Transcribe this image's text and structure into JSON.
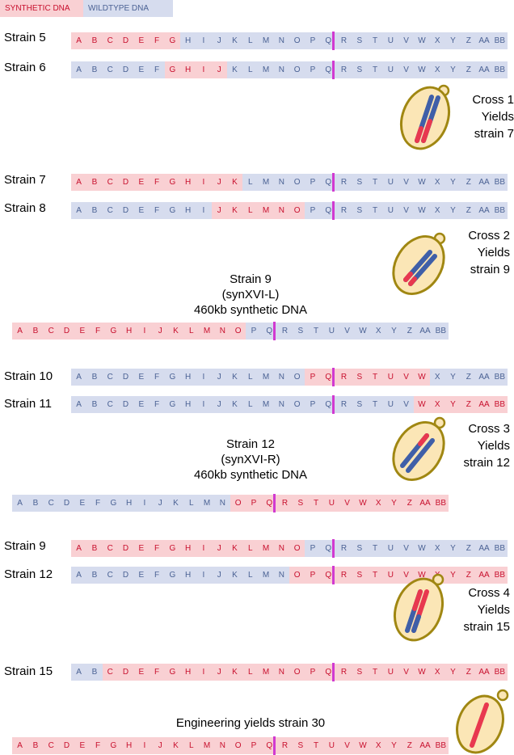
{
  "legend": {
    "synthetic": "SYNTHETIC DNA",
    "wildtype": "WILDTYPE DNA"
  },
  "colors": {
    "synthetic_bg": "#f9d0d3",
    "synthetic_text": "#c8102e",
    "wildtype_bg": "#d6dcee",
    "wildtype_text": "#4b6294",
    "centromere": "#d13ad1",
    "cell_fill": "#fbe6b6",
    "cell_border": "#a08712",
    "chromosome_red": "#e8384f",
    "chromosome_blue": "#3f5fa8"
  },
  "segments": [
    "A",
    "B",
    "C",
    "D",
    "E",
    "F",
    "G",
    "H",
    "I",
    "J",
    "K",
    "L",
    "M",
    "N",
    "O",
    "P",
    "Q",
    "R",
    "S",
    "T",
    "U",
    "V",
    "W",
    "X",
    "Y",
    "Z",
    "AA",
    "BB"
  ],
  "strains": {
    "s5": {
      "label": "Strain 5",
      "synthetic": [
        0,
        6
      ]
    },
    "s6": {
      "label": "Strain 6",
      "synthetic": [
        6,
        9
      ]
    },
    "s7": {
      "label": "Strain 7",
      "synthetic": [
        0,
        10
      ]
    },
    "s8": {
      "label": "Strain 8",
      "synthetic": [
        9,
        14
      ]
    },
    "s9a": {
      "synthetic": [
        0,
        14
      ]
    },
    "s10": {
      "label": "Strain 10",
      "synthetic": [
        15,
        22
      ]
    },
    "s11": {
      "label": "Strain 11",
      "synthetic": [
        22,
        27
      ]
    },
    "s12a": {
      "synthetic": [
        14,
        27
      ]
    },
    "s9b": {
      "label": "Strain 9",
      "synthetic": [
        0,
        14
      ]
    },
    "s12b": {
      "label": "Strain 12",
      "synthetic": [
        14,
        27
      ]
    },
    "s15": {
      "label": "Strain 15",
      "synthetic": [
        2,
        27
      ]
    },
    "s30": {
      "synthetic": [
        0,
        27
      ]
    }
  },
  "captions": {
    "strain9": [
      "Strain 9",
      "(synXVI-L)",
      "460kb synthetic DNA"
    ],
    "strain12": [
      "Strain 12",
      "(synXVI-R)",
      "460kb synthetic DNA"
    ],
    "strain30": "Engineering yields strain 30"
  },
  "crosses": {
    "cross1": [
      "Cross 1",
      "Yields",
      "strain 7"
    ],
    "cross2": [
      "Cross 2",
      "Yields",
      "strain 9"
    ],
    "cross3": [
      "Cross 3",
      "Yields",
      "strain 12"
    ],
    "cross4": [
      "Cross 4",
      "Yields",
      "strain 15"
    ]
  }
}
